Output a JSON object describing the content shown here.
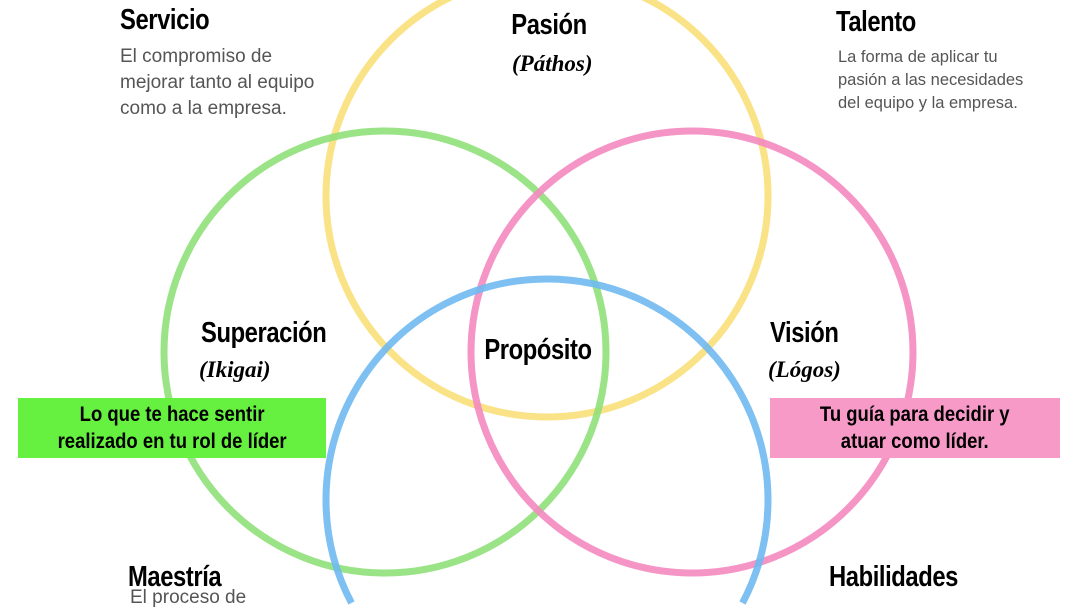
{
  "colors": {
    "yellow": "#f9df7a",
    "green": "#8fe07a",
    "pink": "#f48ac0",
    "blue": "#6fb9f0",
    "green_box": "#66f040",
    "pink_box": "#f79ac8",
    "desc_text": "#555555"
  },
  "corners": {
    "servicio": {
      "title": "Servicio",
      "desc": "El compromiso de mejorar tanto al equipo como a la empresa."
    },
    "talento": {
      "title": "Talento",
      "desc": "La forma de aplicar tu pasión a las necesidades del equipo y la empresa."
    },
    "maestria": {
      "title": "Maestría",
      "desc": "El proceso de"
    },
    "habilidades": {
      "title": "Habilidades"
    }
  },
  "circles": {
    "pasion": {
      "title": "Pasión",
      "subtitle": "(Páthos)"
    },
    "superacion": {
      "title": "Superación",
      "subtitle": "(Ikigai)",
      "box": [
        "Lo que te hace sentir",
        "realizado en tu rol de líder"
      ]
    },
    "vision": {
      "title": "Visión",
      "subtitle": "(Lógos)",
      "box": [
        "Tu guía para decidir y",
        "atuar como líder."
      ]
    },
    "center": {
      "title": "Propósito"
    }
  }
}
